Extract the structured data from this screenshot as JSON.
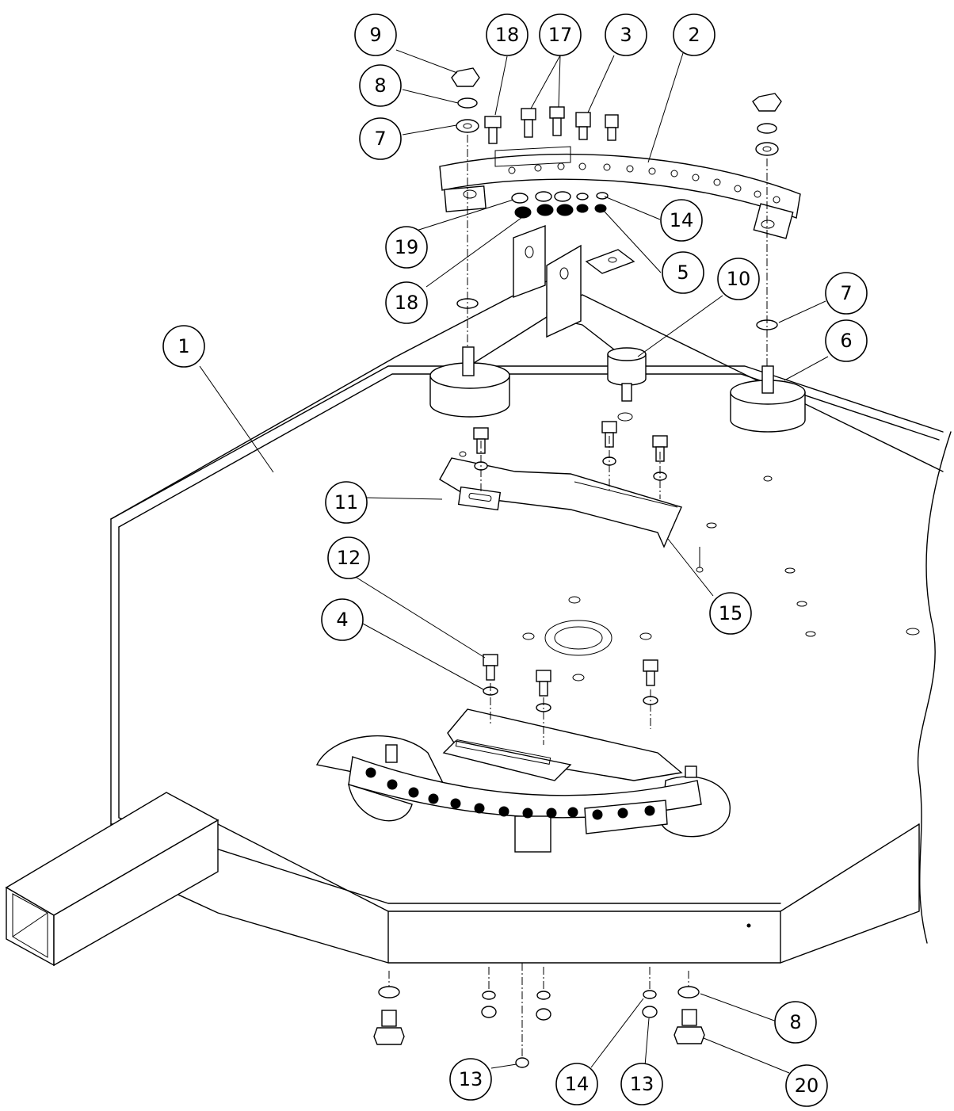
{
  "callouts": [
    {
      "id": "c9-top",
      "label": "9"
    },
    {
      "id": "c18-top",
      "label": "18"
    },
    {
      "id": "c17",
      "label": "17"
    },
    {
      "id": "c3",
      "label": "3"
    },
    {
      "id": "c2",
      "label": "2"
    },
    {
      "id": "c8-top",
      "label": "8"
    },
    {
      "id": "c7-left",
      "label": "7"
    },
    {
      "id": "c14-top",
      "label": "14"
    },
    {
      "id": "c19",
      "label": "19"
    },
    {
      "id": "c18-mid",
      "label": "18"
    },
    {
      "id": "c5",
      "label": "5"
    },
    {
      "id": "c10",
      "label": "10"
    },
    {
      "id": "c7-right",
      "label": "7"
    },
    {
      "id": "c1",
      "label": "1"
    },
    {
      "id": "c6",
      "label": "6"
    },
    {
      "id": "c11",
      "label": "11"
    },
    {
      "id": "c15",
      "label": "15"
    },
    {
      "id": "c12",
      "label": "12"
    },
    {
      "id": "c4",
      "label": "4"
    },
    {
      "id": "c8-bottom",
      "label": "8"
    },
    {
      "id": "c13-left",
      "label": "13"
    },
    {
      "id": "c14-bottom",
      "label": "14"
    },
    {
      "id": "c13-right",
      "label": "13"
    },
    {
      "id": "c20",
      "label": "20"
    }
  ]
}
